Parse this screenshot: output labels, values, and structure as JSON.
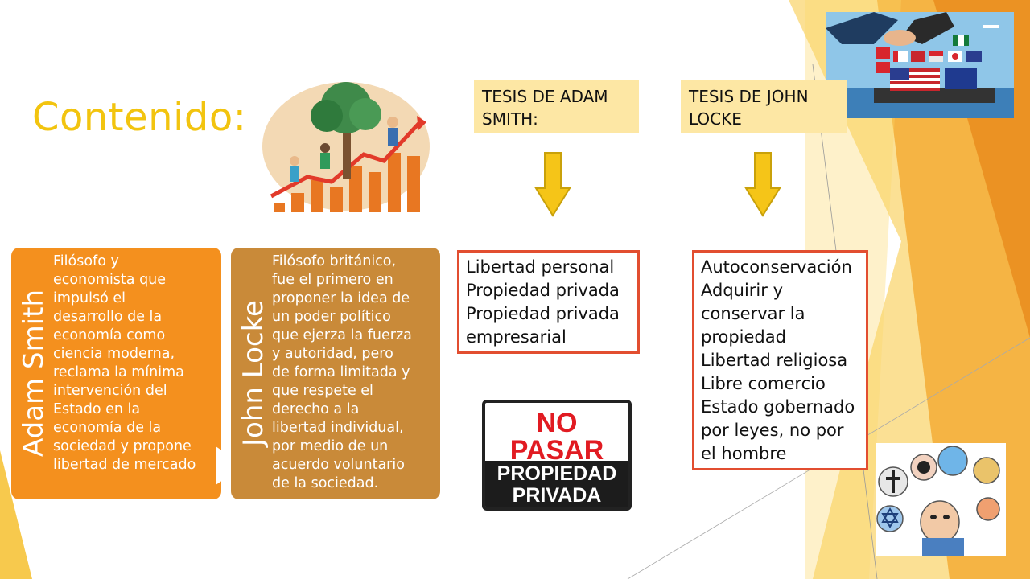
{
  "slide": {
    "title": "Contenido:",
    "colors": {
      "title": "#f2c40f",
      "accent_orange": "#f4901e",
      "card_brown": "#c98a39",
      "box_border": "#e24e30",
      "label_bg": "#fde7a4",
      "arrow_yellow": "#f5c518"
    }
  },
  "thesis": {
    "adam_label": "TESIS DE ADAM SMITH:",
    "locke_label": "TESIS DE JOHN LOCKE"
  },
  "adam_box": {
    "items": [
      "Libertad personal",
      "Propiedad privada",
      "Propiedad privada",
      "empresarial"
    ]
  },
  "locke_box": {
    "items": [
      "Autoconservación",
      "Adquirir y",
      "conservar la",
      "propiedad",
      "Libertad religiosa",
      "Libre comercio",
      "Estado gobernado",
      "por leyes, no por",
      "el hombre"
    ]
  },
  "cards": {
    "adam": {
      "name": "Adam Smith",
      "lines": [
        "Filósofo y",
        "economista que",
        "impulsó el",
        "desarrollo de la",
        "economía como",
        "ciencia moderna,",
        "reclama la mínima",
        "intervención del",
        "Estado en la",
        "economía de la",
        "sociedad y propone",
        "libertad de mercado"
      ]
    },
    "locke": {
      "name": "John Locke",
      "lines": [
        "Filósofo británico,",
        "fue el primero en",
        "proponer la idea de",
        "un poder político",
        "que ejerza la fuerza",
        "y autoridad, pero",
        "de forma limitada y",
        "que respete el",
        "derecho a la",
        "libertad individual,",
        "por medio de un",
        "acuerdo voluntario",
        "de la sociedad."
      ]
    }
  },
  "sign": {
    "line1": "NO",
    "line2": "PASAR",
    "line3": "PROPIEDAD",
    "line4": "PRIVADA"
  },
  "icons": {
    "growth_illustration": "economic-growth-chart-illustration",
    "trade_image": "handshake-flags-ship-image",
    "religion_image": "religious-symbols-thinker-illustration",
    "down_arrows": "down-arrow-icon"
  }
}
